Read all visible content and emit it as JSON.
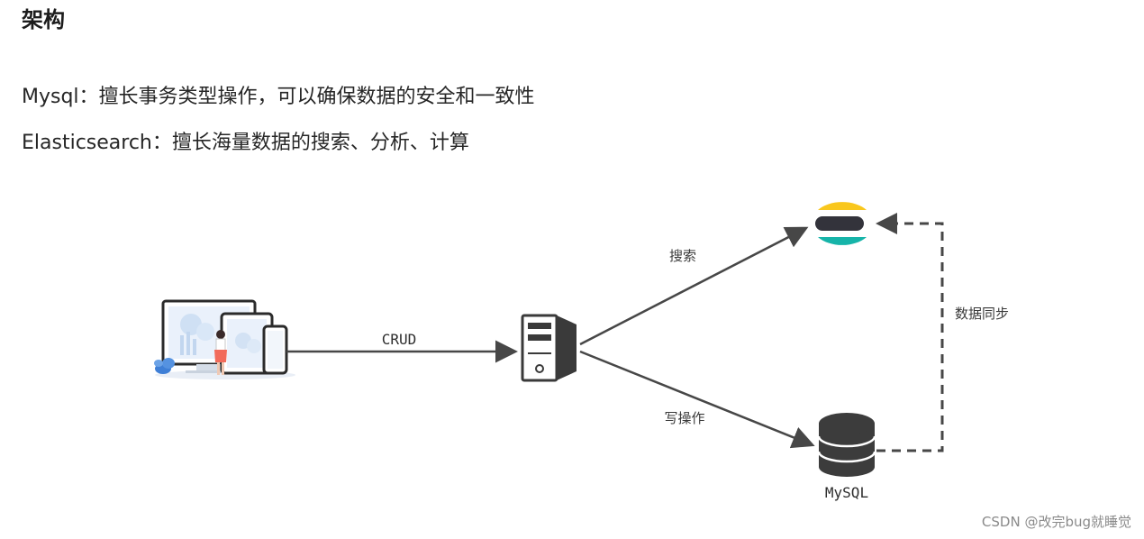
{
  "heading": "架构",
  "lines": [
    "Mysql：擅长事务类型操作，可以确保数据的安全和一致性",
    "Elasticsearch：擅长海量数据的搜索、分析、计算"
  ],
  "diagram": {
    "nodes": {
      "clients": {
        "icon": "devices-illustration-icon"
      },
      "server": {
        "icon": "server-icon"
      },
      "elasticsearch": {
        "icon": "elasticsearch-logo-icon"
      },
      "mysql": {
        "icon": "database-icon",
        "label": "MySQL"
      }
    },
    "edges": {
      "crud": "CRUD",
      "search": "搜索",
      "write": "写操作",
      "sync": "数据同步"
    },
    "colors": {
      "arrow": "#474747",
      "es_yellow": "#F9C71D",
      "es_dark": "#33333B",
      "es_teal": "#16B4A9",
      "db": "#3c3c3c"
    }
  },
  "watermark": "CSDN @改完bug就睡觉"
}
